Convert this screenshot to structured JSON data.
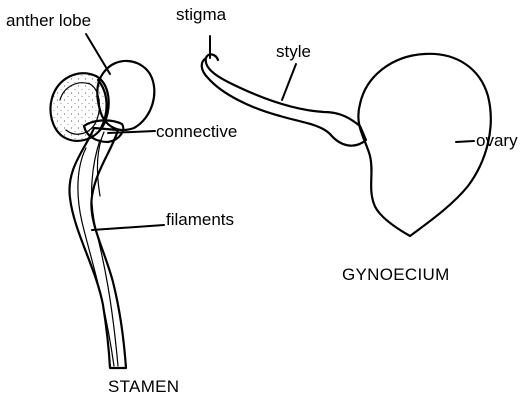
{
  "labels": {
    "anther_lobe": "anther lobe",
    "connective": "connective",
    "filaments": "filaments",
    "stigma": "stigma",
    "style": "style",
    "ovary": "ovary"
  },
  "captions": {
    "stamen": "STAMEN",
    "gynoecium": "GYNOECIUM"
  }
}
